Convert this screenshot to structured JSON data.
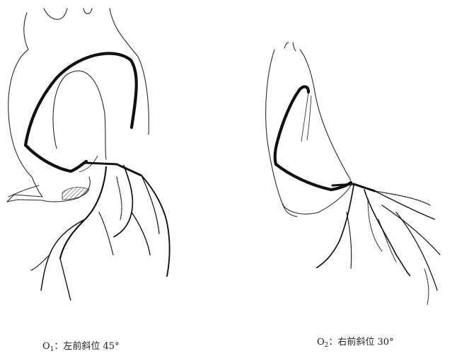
{
  "figures": [
    {
      "id": "left",
      "label_prefix": "O",
      "label_sub": "1",
      "label_text": "：左前斜位 45°"
    },
    {
      "id": "right",
      "label_prefix": "O",
      "label_sub": "2",
      "label_text": "：右前斜位 30°"
    }
  ]
}
